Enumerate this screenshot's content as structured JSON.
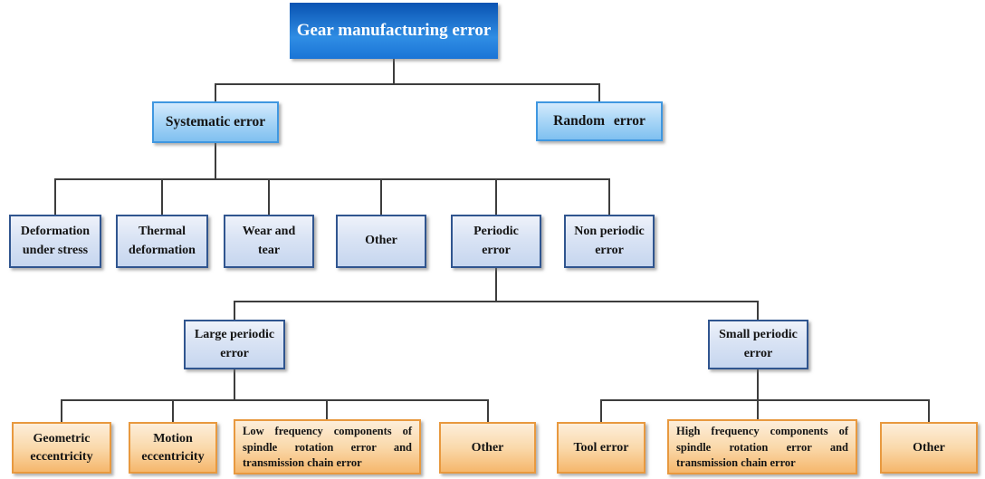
{
  "diagram": {
    "title": "Gear manufacturing error classification tree",
    "type": "hierarchy-flowchart",
    "nodes": {
      "root": "Gear manufacturing error",
      "systematic": "Systematic error",
      "random": "Random  error",
      "deformation": "Deformation under stress",
      "thermal": "Thermal deformation",
      "wear": "Wear and tear",
      "other_systematic": "Other",
      "periodic": "Periodic error",
      "non_periodic": "Non periodic error",
      "large_periodic": "Large periodic error",
      "small_periodic": "Small periodic error",
      "geometric": "Geometric eccentricity",
      "motion": "Motion eccentricity",
      "low_freq": "Low frequency components of spindle rotation error and transmission chain error",
      "other_large": "Other",
      "tool": "Tool error",
      "high_freq": "High frequency components of spindle rotation error and transmission chain error",
      "other_small": "Other"
    },
    "edges": [
      [
        "root",
        "systematic"
      ],
      [
        "root",
        "random"
      ],
      [
        "systematic",
        "deformation"
      ],
      [
        "systematic",
        "thermal"
      ],
      [
        "systematic",
        "wear"
      ],
      [
        "systematic",
        "other_systematic"
      ],
      [
        "systematic",
        "periodic"
      ],
      [
        "systematic",
        "non_periodic"
      ],
      [
        "periodic",
        "large_periodic"
      ],
      [
        "periodic",
        "small_periodic"
      ],
      [
        "large_periodic",
        "geometric"
      ],
      [
        "large_periodic",
        "motion"
      ],
      [
        "large_periodic",
        "low_freq"
      ],
      [
        "large_periodic",
        "other_large"
      ],
      [
        "small_periodic",
        "tool"
      ],
      [
        "small_periodic",
        "high_freq"
      ],
      [
        "small_periodic",
        "other_small"
      ]
    ],
    "colors": {
      "root_box_top": "#0a53b2",
      "root_box_bottom": "#2f8de4",
      "root_text": "#ffffff",
      "level2_fill_top": "#d3eafc",
      "level2_fill_bottom": "#7fc0f0",
      "level2_border": "#3f97e0",
      "level3_fill_top": "#eef2fa",
      "level3_fill_bottom": "#c6d6ef",
      "level3_border": "#30558f",
      "leaf_fill_top": "#fdeeda",
      "leaf_fill_bottom": "#f5b76c",
      "leaf_border": "#e8993f",
      "connector": "#3d3d3d",
      "text": "#141414"
    }
  }
}
